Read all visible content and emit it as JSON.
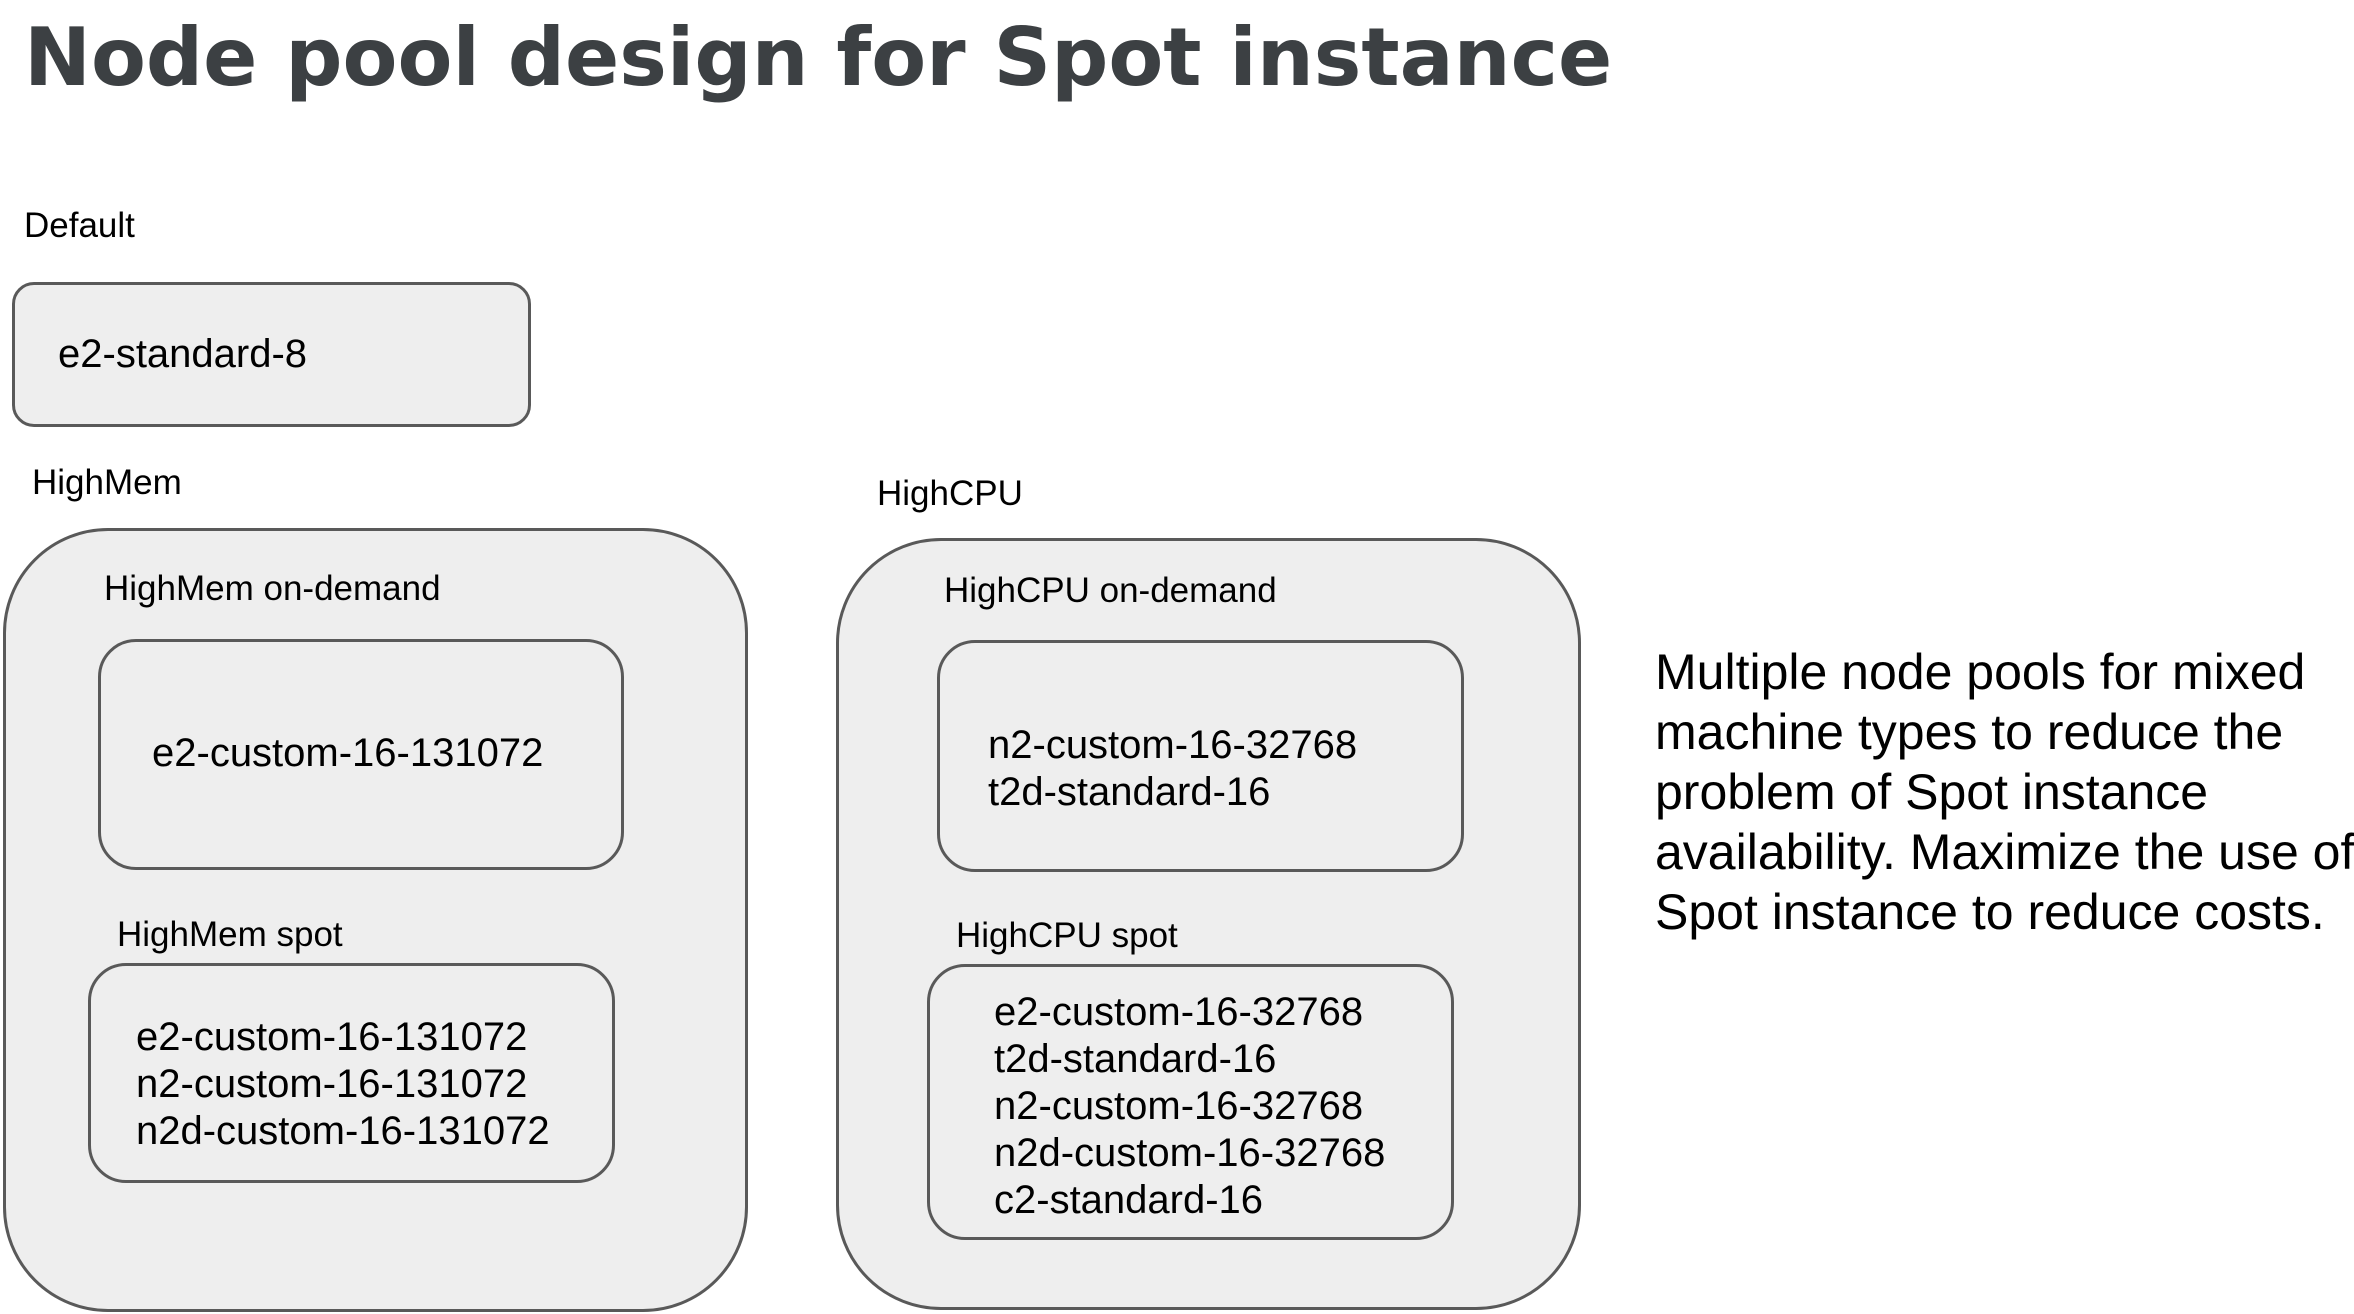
{
  "title": "Node pool design for Spot instance",
  "default_pool": {
    "label": "Default",
    "machine_types": [
      "e2-standard-8"
    ]
  },
  "highmem_pool": {
    "label": "HighMem",
    "on_demand": {
      "label": "HighMem on-demand",
      "machine_types": [
        "e2-custom-16-131072"
      ]
    },
    "spot": {
      "label": "HighMem spot",
      "machine_types": [
        "e2-custom-16-131072",
        "n2-custom-16-131072",
        "n2d-custom-16-131072"
      ]
    }
  },
  "highcpu_pool": {
    "label": "HighCPU",
    "on_demand": {
      "label": "HighCPU on-demand",
      "machine_types": [
        "n2-custom-16-32768",
        "t2d-standard-16"
      ]
    },
    "spot": {
      "label": "HighCPU spot",
      "machine_types": [
        "e2-custom-16-32768",
        "t2d-standard-16",
        "n2-custom-16-32768",
        "n2d-custom-16-32768",
        "c2-standard-16"
      ]
    }
  },
  "description_lines": [
    "Multiple node pools for mixed",
    "machine types to reduce the",
    "problem of Spot instance",
    "availability. Maximize the use of",
    "Spot instance to reduce costs."
  ],
  "colors": {
    "title": "#3c4043",
    "box_fill": "#eeeeee",
    "box_border": "#595959",
    "text": "#000000"
  }
}
